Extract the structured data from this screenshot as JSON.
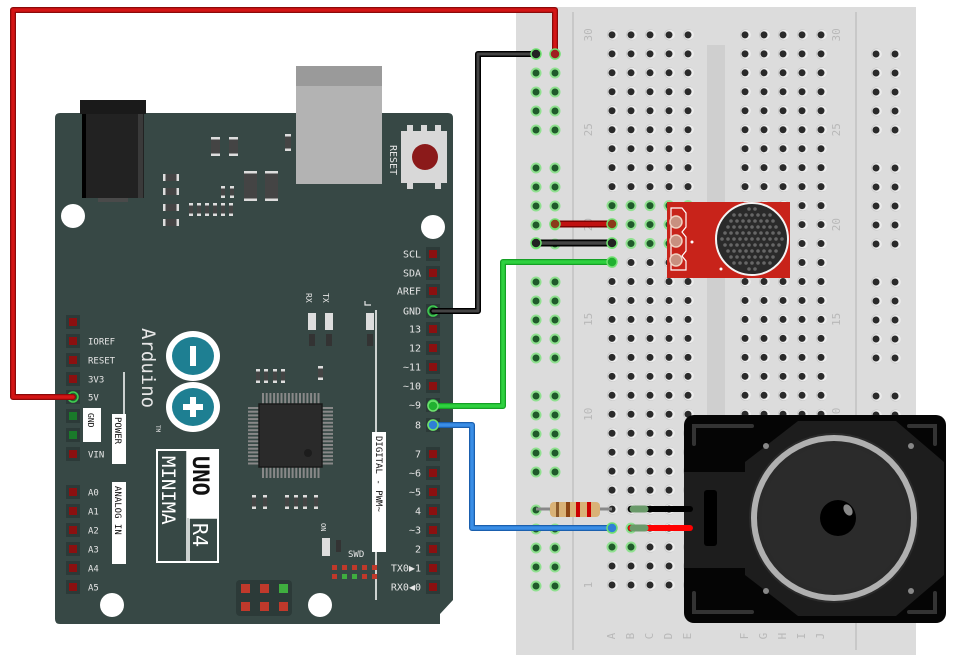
{
  "diagram": {
    "title": "Arduino UNO R4 Minima with sound sensor, resistor and speaker on breadboard",
    "colors": {
      "board": "#374845",
      "wire_5v": "#cc1111",
      "wire_gnd": "#1a1a1a",
      "wire_signal_9": "#22c033",
      "wire_signal_8": "#2f7fd6",
      "breadboard": "#dcdcdc",
      "sensor": "#c8231a",
      "speaker": "#111111",
      "pin_red": "#8b1010",
      "pin_green": "#1a7a2a",
      "logo_teal": "#1e7f92"
    }
  },
  "arduino": {
    "brand": "Arduino",
    "trademark": "TM",
    "model_line1": "UNO",
    "model_line2": "R4",
    "model_line3": "MINIMA",
    "reset_label": "RESET",
    "led_labels": {
      "rx": "RX",
      "tx": "TX",
      "l": "L",
      "on": "ON",
      "swd": "SWD"
    },
    "logo_minus": "−",
    "logo_plus": "+",
    "section_labels": {
      "power": "POWER",
      "analog": "ANALOG IN",
      "digital": "DIGITAL - PWM~",
      "gnd_box": "GND"
    },
    "left_header": [
      {
        "label": "",
        "state": "red"
      },
      {
        "label": "IOREF",
        "state": "red"
      },
      {
        "label": "RESET",
        "state": "red"
      },
      {
        "label": "3V3",
        "state": "red"
      },
      {
        "label": "5V",
        "state": "used"
      },
      {
        "label": "",
        "state": "green"
      },
      {
        "label": "",
        "state": "green"
      },
      {
        "label": "VIN",
        "state": "red"
      },
      {
        "label": "A0",
        "state": "red"
      },
      {
        "label": "A1",
        "state": "red"
      },
      {
        "label": "A2",
        "state": "red"
      },
      {
        "label": "A3",
        "state": "red"
      },
      {
        "label": "A4",
        "state": "red"
      },
      {
        "label": "A5",
        "state": "red"
      }
    ],
    "right_header": [
      {
        "label": "SCL",
        "state": "red"
      },
      {
        "label": "SDA",
        "state": "red"
      },
      {
        "label": "AREF",
        "state": "red"
      },
      {
        "label": "GND",
        "state": "used"
      },
      {
        "label": "13",
        "state": "red"
      },
      {
        "label": "12",
        "state": "red"
      },
      {
        "label": "~11",
        "state": "red"
      },
      {
        "label": "~10",
        "state": "red"
      },
      {
        "label": "~9",
        "state": "used"
      },
      {
        "label": "8",
        "state": "used"
      },
      {
        "label": "7",
        "state": "red"
      },
      {
        "label": "~6",
        "state": "red"
      },
      {
        "label": "~5",
        "state": "red"
      },
      {
        "label": "4",
        "state": "red"
      },
      {
        "label": "~3",
        "state": "red"
      },
      {
        "label": "2",
        "state": "red"
      },
      {
        "label": "TX0▶1",
        "state": "red"
      },
      {
        "label": "RX0◀0",
        "state": "red"
      }
    ]
  },
  "breadboard": {
    "row_numbers": [
      "30",
      "25",
      "20",
      "15",
      "10",
      "1"
    ],
    "column_letters_left": [
      "A",
      "B",
      "C",
      "D",
      "E"
    ],
    "column_letters_right": [
      "F",
      "G",
      "H",
      "I",
      "J"
    ]
  },
  "components": {
    "sensor": {
      "name": "Sound sensor module",
      "pins": 3
    },
    "resistor": {
      "name": "Resistor",
      "bands": [
        "#8b4513",
        "#cc0000",
        "#cc0000",
        "#b08030"
      ]
    },
    "speaker": {
      "name": "Speaker"
    }
  },
  "connections": [
    {
      "from": "5V",
      "to": "breadboard left rail (+)",
      "color": "red"
    },
    {
      "from": "GND",
      "to": "breadboard left rail (-)",
      "color": "black"
    },
    {
      "from": "~9",
      "to": "breadboard row 19 / sensor signal",
      "color": "green"
    },
    {
      "from": "8",
      "to": "breadboard row 4 / resistor",
      "color": "blue"
    },
    {
      "from": "rail +",
      "to": "sensor VCC",
      "color": "red"
    },
    {
      "from": "rail -",
      "to": "sensor GND",
      "color": "black"
    },
    {
      "from": "resistor",
      "to": "speaker",
      "color": "black"
    },
    {
      "from": "row 4",
      "to": "speaker",
      "color": "red"
    }
  ]
}
